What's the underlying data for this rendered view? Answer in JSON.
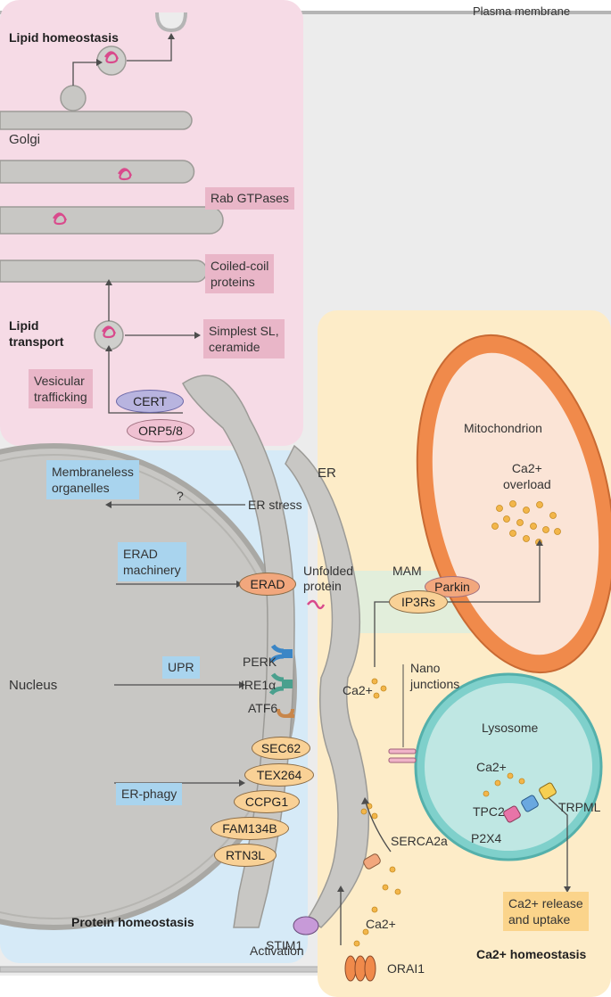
{
  "labels": {
    "plasma_membrane": "Plasma membrane",
    "lipid_homeostasis": "Lipid homeostasis",
    "golgi": "Golgi",
    "rab_gtpases": "Rab GTPases",
    "coiled_coil_1": "Coiled-coil",
    "coiled_coil_2": "proteins",
    "lipid_transport_1": "Lipid",
    "lipid_transport_2": "transport",
    "simplest_1": "Simplest SL,",
    "simplest_2": "ceramide",
    "vesicular_1": "Vesicular",
    "vesicular_2": "trafficking",
    "cert": "CERT",
    "orp": "ORP5/8",
    "membraneless_1": "Membraneless",
    "membraneless_2": "organelles",
    "question": "?",
    "er_stress": "ER stress",
    "er": "ER",
    "erad_machinery_1": "ERAD",
    "erad_machinery_2": "machinery",
    "erad": "ERAD",
    "unfolded_1": "Unfolded",
    "unfolded_2": "protein",
    "mam": "MAM",
    "parkin": "Parkin",
    "ip3rs": "IP3Rs",
    "mitochondrion": "Mitochondrion",
    "ca_overload_1": "Ca2+",
    "ca_overload_2": "overload",
    "upr": "UPR",
    "perk": "PERK",
    "ire1a": "IRE1α",
    "atf6": "ATF6",
    "nucleus": "Nucleus",
    "ca_er": "Ca2+",
    "nano_1": "Nano",
    "nano_2": "junctions",
    "lysosome": "Lysosome",
    "ca_lys": "Ca2+",
    "tpc2": "TPC2",
    "trpml": "TRPML",
    "p2x4": "P2X4",
    "release_1": "Ca2+ release",
    "release_2": "and uptake",
    "sec62": "SEC62",
    "tex264": "TEX264",
    "ccpg1": "CCPG1",
    "fam134b": "FAM134B",
    "rtn3l": "RTN3L",
    "er_phagy": "ER-phagy",
    "serca": "SERCA2a",
    "protein_homeostasis": "Protein homeostasis",
    "stim1": "STIM1",
    "ca_cyto": "Ca2+",
    "activation": "Activation",
    "orai1": "ORAI1",
    "ca_homeostasis": "Ca2+ homeostasis"
  },
  "colors": {
    "lipid_region": "#f6dbe6",
    "protein_region": "#d6eaf7",
    "calcium_region": "#fdecc8",
    "organelle_grey": "#c8c7c4",
    "mitochondrion": "#f08a4b",
    "lysosome": "#7fd0cb",
    "calcium_dot": "#f3b64a",
    "lipid_squiggle": "#d94a8c"
  }
}
